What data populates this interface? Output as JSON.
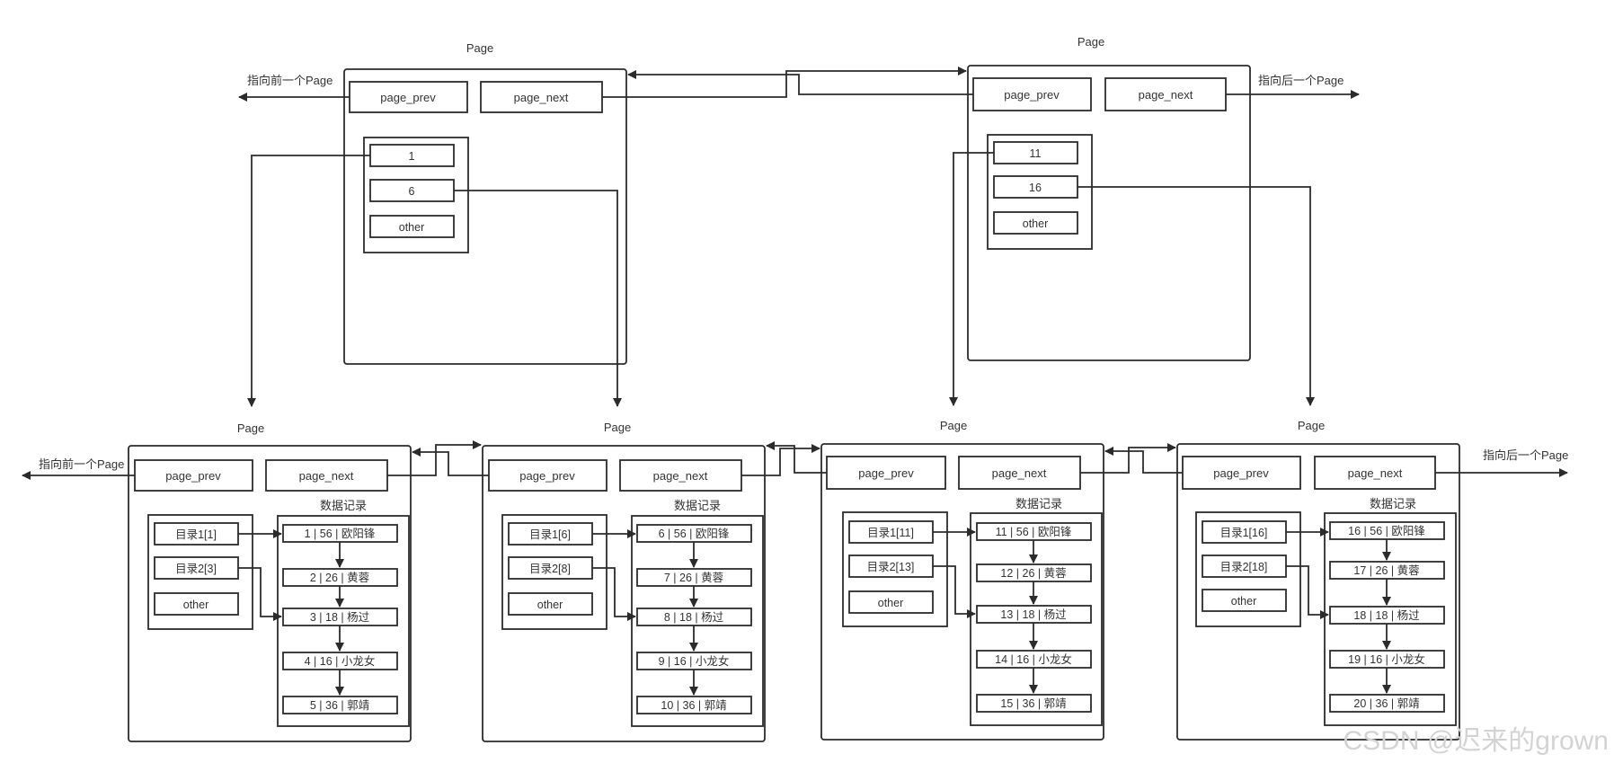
{
  "top_pages": [
    {
      "title": "Page",
      "prev": "page_prev",
      "next": "page_next",
      "entries": [
        "1",
        "6",
        "other"
      ],
      "side_label": "指向前一个Page"
    },
    {
      "title": "Page",
      "prev": "page_prev",
      "next": "page_next",
      "entries": [
        "11",
        "16",
        "other"
      ],
      "side_label": "指向后一个Page"
    }
  ],
  "leaf_pages": [
    {
      "title": "Page",
      "prev": "page_prev",
      "next": "page_next",
      "dir_entries": [
        "目录1[1]",
        "目录2[3]",
        "other"
      ],
      "records_title": "数据记录",
      "records": [
        "1 | 56 | 欧阳锋",
        "2 | 26 | 黄蓉",
        "3 | 18 | 杨过",
        "4 | 16 | 小龙女",
        "5 | 36 | 郭靖"
      ],
      "side_label": "指向前一个Page"
    },
    {
      "title": "Page",
      "prev": "page_prev",
      "next": "page_next",
      "dir_entries": [
        "目录1[6]",
        "目录2[8]",
        "other"
      ],
      "records_title": "数据记录",
      "records": [
        "6 | 56 | 欧阳锋",
        "7 | 26 | 黄蓉",
        "8 | 18 | 杨过",
        "9 | 16 | 小龙女",
        "10 | 36 | 郭靖"
      ]
    },
    {
      "title": "Page",
      "prev": "page_prev",
      "next": "page_next",
      "dir_entries": [
        "目录1[11]",
        "目录2[13]",
        "other"
      ],
      "records_title": "数据记录",
      "records": [
        "11 | 56 | 欧阳锋",
        "12 | 26 | 黄蓉",
        "13 | 18 | 杨过",
        "14 | 16 | 小龙女",
        "15 | 36 | 郭靖"
      ]
    },
    {
      "title": "Page",
      "prev": "page_prev",
      "next": "page_next",
      "dir_entries": [
        "目录1[16]",
        "目录2[18]",
        "other"
      ],
      "records_title": "数据记录",
      "records": [
        "16 | 56 | 欧阳锋",
        "17 | 26 | 黄蓉",
        "18 | 18 | 杨过",
        "19 | 16 | 小龙女",
        "20 | 36 | 郭靖"
      ],
      "side_label": "指向后一个Page"
    }
  ],
  "watermark": "CSDN @迟来的grown",
  "colors": {
    "stroke": "#2b2b2b",
    "text": "#333333",
    "watermark": "#d3d3d3"
  }
}
